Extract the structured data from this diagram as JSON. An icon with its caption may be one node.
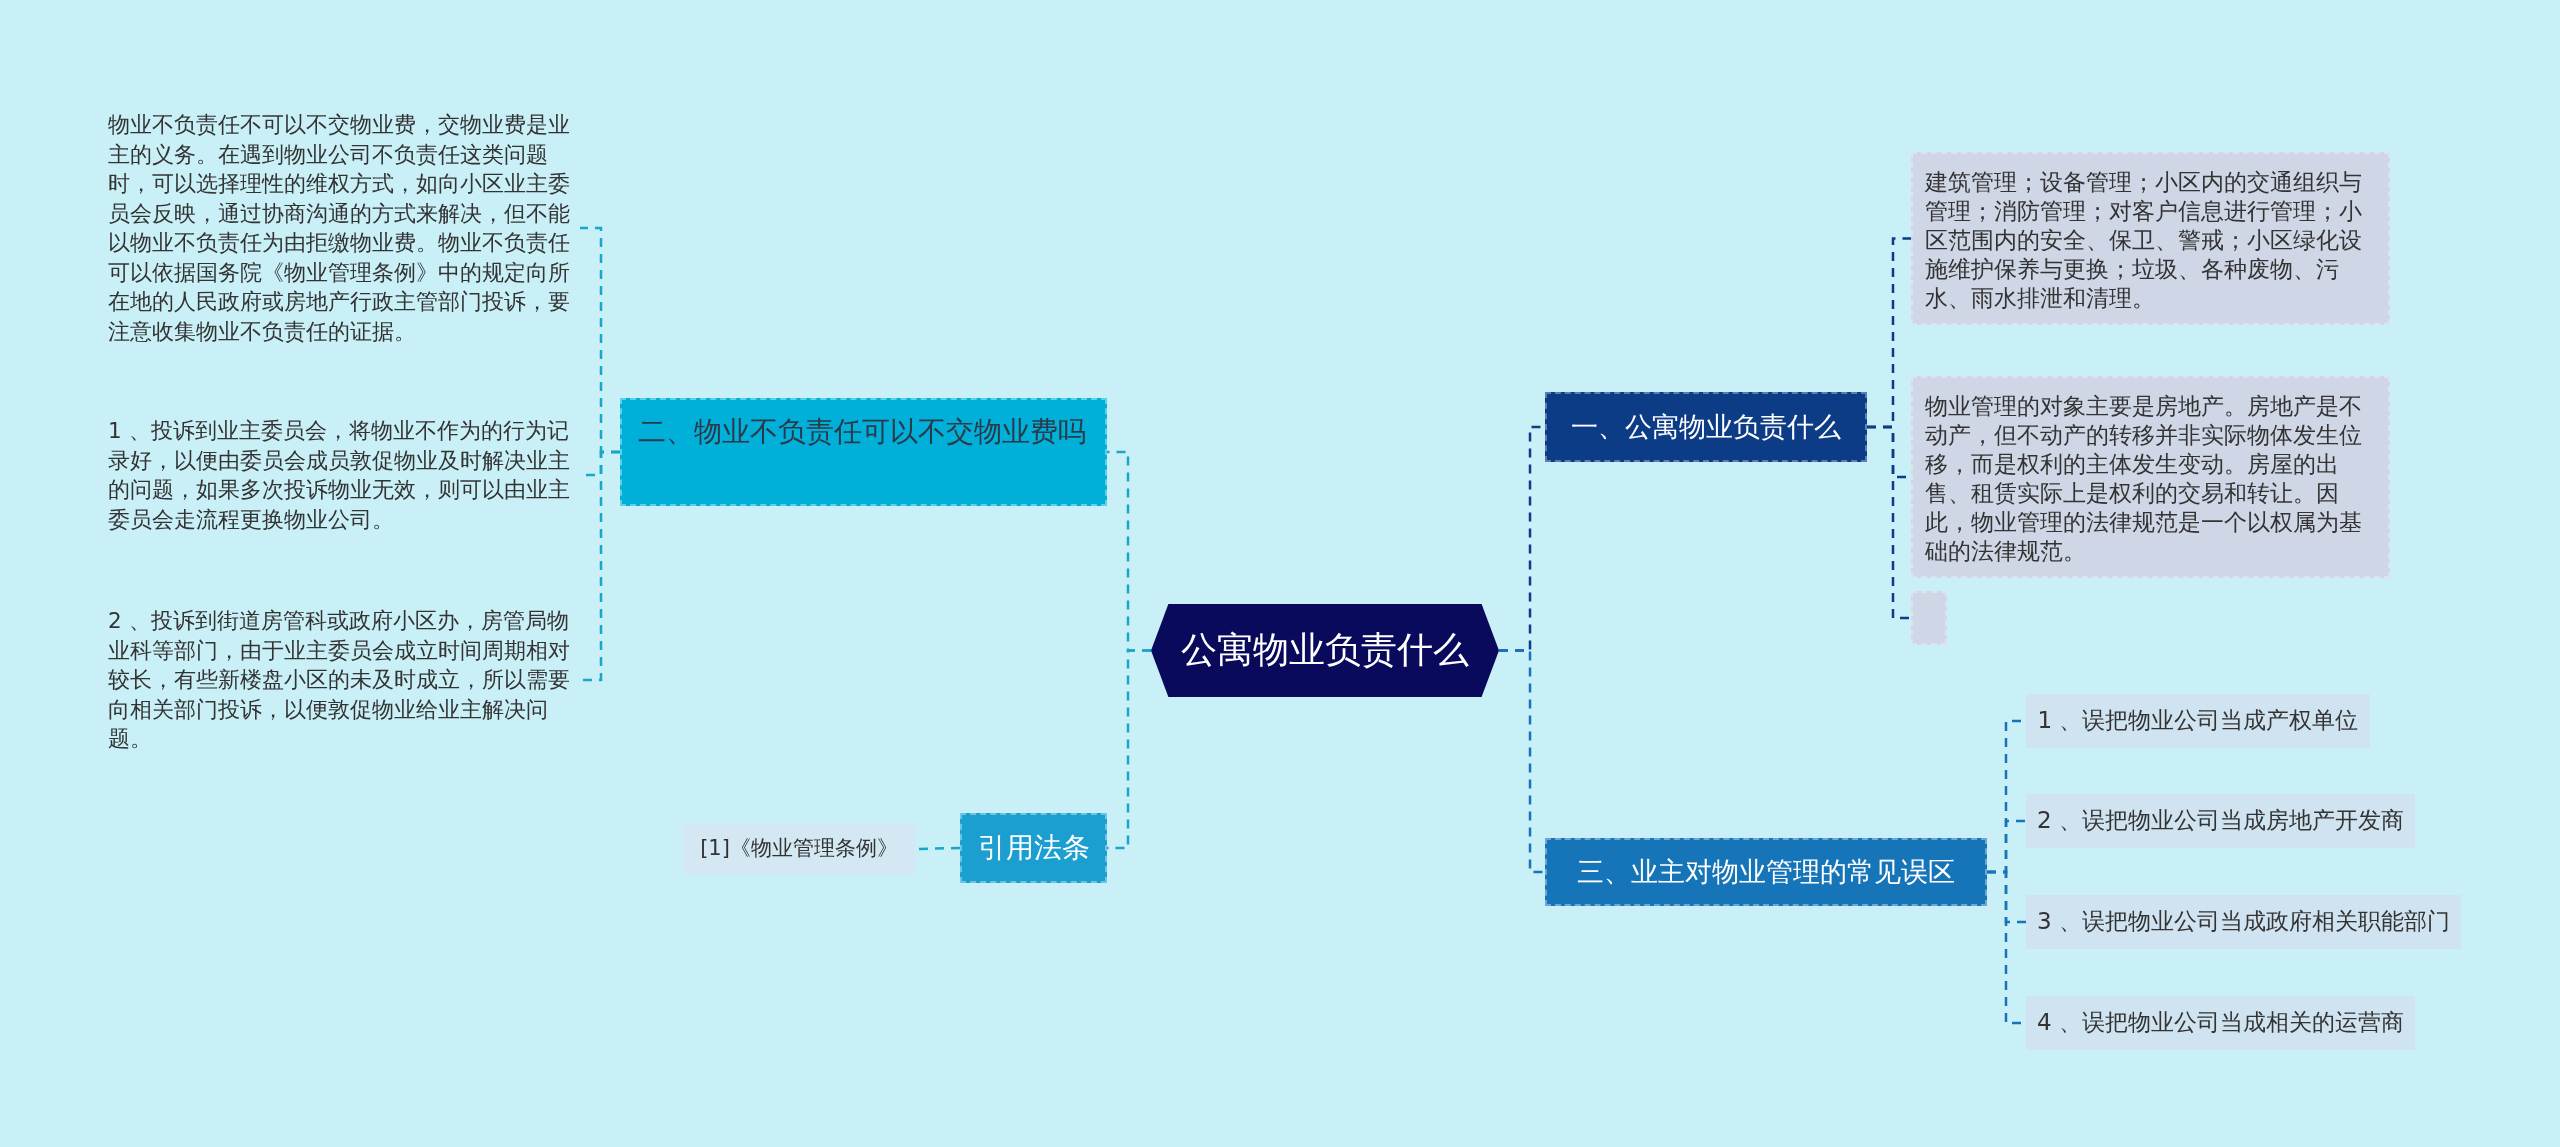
{
  "diagram": {
    "nodes": [
      {
        "text": [
          "公寓物业负责什么"
        ]
      },
      {
        "text": [
          "一、公寓物业负责什么"
        ]
      },
      {
        "text": [
          "建筑管理；设备管理；小区内的交通组织与管理；消防管理；对客户信息进行管理；小区范围内的安全、保卫、警戒；小区绿化设施维护保养与更换；垃圾、各种废物、污水、雨水排泄和清理。"
        ]
      },
      {
        "text": [
          "物业管理的对象主要是房地产。房地产是不动产，但不动产的转移并非实际物体发生位移，而是权利的主体发生变动。房屋的出售、租赁实际上是权利的交易和转让。因此，物业管理的法律规范是一个以权属为基础的法律规范。"
        ]
      },
      {
        "text": [],
        "shape": "box"
      },
      {
        "text": [
          "三、业主对物业管理的常见误区"
        ]
      },
      {
        "text": [
          "1 、误把物业公司当成产权单位"
        ]
      },
      {
        "text": [
          "2 、误把物业公司当成房地产开发商"
        ]
      },
      {
        "text": [
          "3 、误把物业公司当成政府相关职能部门"
        ]
      },
      {
        "text": [
          "4 、误把物业公司当成相关的运营商"
        ]
      },
      {
        "text": [
          "二、物业不负责任可以不交物业费吗"
        ]
      },
      {
        "text": [
          "物业不负责任不可以不交物业费，交物业费是业主的义务。在遇到物业公司不负责任这类问题时，可以选择理性的维权方式，如向小区业主委员会反映，通过协商沟通的方式来解决，但不能以物业不负责任为由拒缴物业费。物业不负责任可以依据国务院《物业管理条例》中的规定向所在地的人民政府或房地产行政主管部门投诉，要注意收集物业不负责任的证据。"
        ]
      },
      {
        "text": [
          "1 、投诉到业主委员会，将物业不作为的行为记录好，以便由委员会成员敦促物业及时解决业主的问题，如果多次投诉物业无效，则可以由业主委员会走流程更换物业公司。"
        ]
      },
      {
        "text": [
          "2 、投诉到街道房管科或政府小区办，房管局物业科等部门，由于业主委员会成立时间周期相对较长，有些新楼盘小区的未及时成立，所以需要向相关部门投诉，以便敦促物业给业主解决问题。"
        ]
      },
      {
        "text": [
          "引用法条"
        ]
      },
      {
        "text": [
          "[1]《物业管理条例》"
        ]
      }
    ],
    "edges": [
      {
        "from": 0,
        "to": 1,
        "arrow": "none",
        "style": "dashed",
        "color": "#0d3c87"
      },
      {
        "from": 1,
        "to": 2,
        "arrow": "none",
        "style": "dashed",
        "color": "#0d3c87"
      },
      {
        "from": 1,
        "to": 3,
        "arrow": "none",
        "style": "dashed",
        "color": "#0d3c87"
      },
      {
        "from": 1,
        "to": 4,
        "arrow": "none",
        "style": "dashed",
        "color": "#0d3c87"
      },
      {
        "from": 0,
        "to": 5,
        "arrow": "none",
        "style": "dashed",
        "color": "#1675b8"
      },
      {
        "from": 5,
        "to": 6,
        "arrow": "none",
        "style": "dashed",
        "color": "#1675b8"
      },
      {
        "from": 5,
        "to": 7,
        "arrow": "none",
        "style": "dashed",
        "color": "#1675b8"
      },
      {
        "from": 5,
        "to": 8,
        "arrow": "none",
        "style": "dashed",
        "color": "#1675b8"
      },
      {
        "from": 5,
        "to": 9,
        "arrow": "none",
        "style": "dashed",
        "color": "#1675b8"
      },
      {
        "from": 0,
        "to": 10,
        "arrow": "none",
        "style": "dashed"
      },
      {
        "from": 10,
        "to": 11,
        "arrow": "none",
        "style": "dashed"
      },
      {
        "from": 10,
        "to": 12,
        "arrow": "none",
        "style": "dashed"
      },
      {
        "from": 10,
        "to": 13,
        "arrow": "none",
        "style": "dashed"
      },
      {
        "from": 0,
        "to": 14,
        "arrow": "none",
        "style": "dashed"
      },
      {
        "from": 14,
        "to": 15,
        "arrow": "none",
        "style": "dashed"
      }
    ]
  }
}
